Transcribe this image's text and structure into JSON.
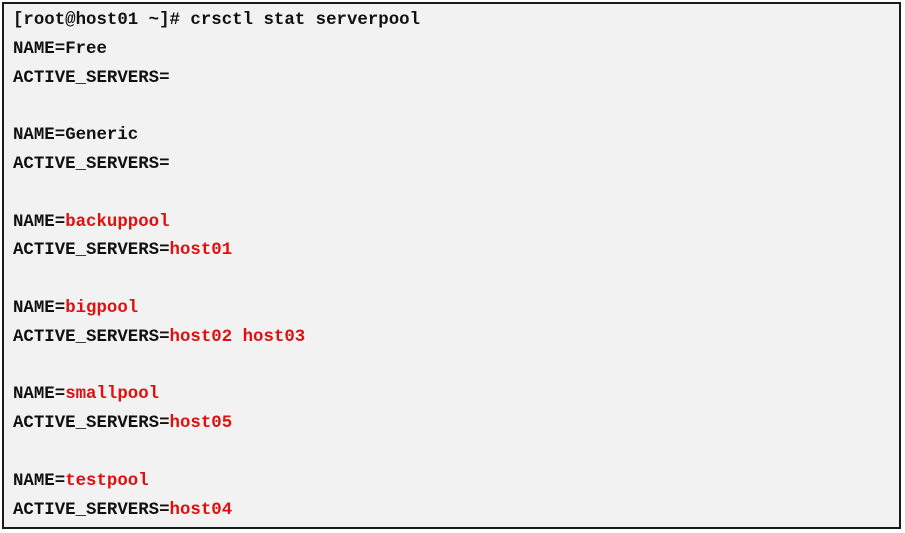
{
  "terminal": {
    "prompt": "[root@host01 ~]# ",
    "command": "crsctl stat serverpool",
    "highlight_color": "#e01010",
    "pools": [
      {
        "name_key": "NAME=",
        "name": "Free",
        "name_highlight": false,
        "servers_key": "ACTIVE_SERVERS=",
        "servers": "",
        "servers_highlight": false
      },
      {
        "name_key": "NAME=",
        "name": "Generic",
        "name_highlight": false,
        "servers_key": "ACTIVE_SERVERS=",
        "servers": "",
        "servers_highlight": false
      },
      {
        "name_key": "NAME=",
        "name": "backuppool",
        "name_highlight": true,
        "servers_key": "ACTIVE_SERVERS=",
        "servers": "host01",
        "servers_highlight": true
      },
      {
        "name_key": "NAME=",
        "name": "bigpool",
        "name_highlight": true,
        "servers_key": "ACTIVE_SERVERS=",
        "servers": "host02 host03",
        "servers_highlight": true
      },
      {
        "name_key": "NAME=",
        "name": "smallpool",
        "name_highlight": true,
        "servers_key": "ACTIVE_SERVERS=",
        "servers": "host05",
        "servers_highlight": true
      },
      {
        "name_key": "NAME=",
        "name": "testpool",
        "name_highlight": true,
        "servers_key": "ACTIVE_SERVERS=",
        "servers": "host04",
        "servers_highlight": true
      }
    ]
  }
}
